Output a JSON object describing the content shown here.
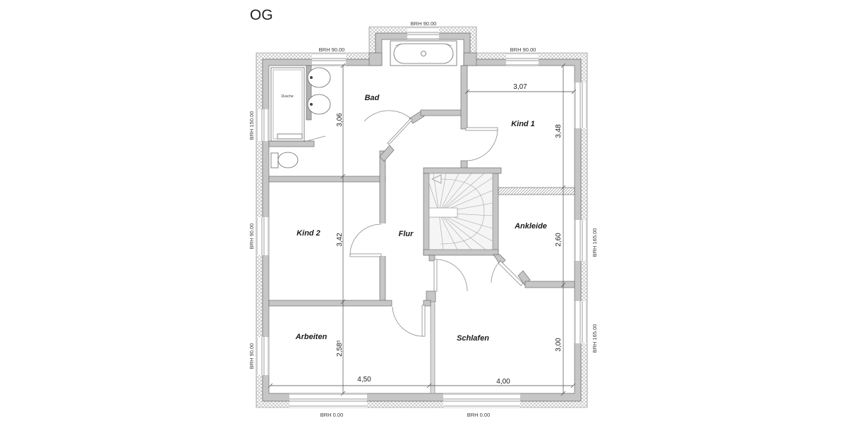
{
  "title": "OG",
  "rooms": {
    "bad": "Bad",
    "kind1": "Kind 1",
    "kind2": "Kind 2",
    "flur": "Flur",
    "ankleide": "Ankleide",
    "arbeiten": "Arbeiten",
    "schlafen": "Schlafen",
    "dusche": "Dusche"
  },
  "dimensions": {
    "bad_depth": "3,06",
    "kind1_width": "3,07",
    "kind1_depth": "3,48",
    "kind2_depth": "3,42",
    "ankleide_depth": "2,60",
    "arbeiten_depth": "2,58⁵",
    "arbeiten_width": "4,50",
    "schlafen_width": "4,00",
    "schlafen_depth": "3,00"
  },
  "sill_heights": {
    "top_dormer": "BRH 90.00",
    "top_left": "BRH 90.00",
    "top_right": "BRH 90.00",
    "left_upper": "BRH 150.00",
    "left_middle": "BRH 90.00",
    "left_lower": "BRH 90.00",
    "right_upper": "BRH 165.00",
    "right_lower": "BRH 165.00",
    "bottom_left": "BRH 0.00",
    "bottom_right": "BRH 0.00"
  },
  "colors": {
    "wall_fill": "#c6c6c6",
    "wall_dark": "#b2b2b2",
    "outline": "#6e6e6e",
    "text": "#1a1a1a",
    "background": "#ffffff"
  }
}
